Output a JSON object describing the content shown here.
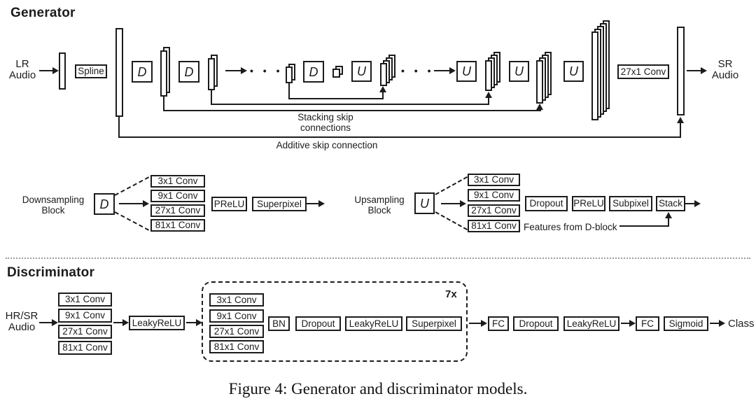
{
  "generator": {
    "title": "Generator",
    "input_line1": "LR",
    "input_line2": "Audio",
    "spline": "Spline",
    "d": "D",
    "u": "U",
    "dots": "• • •",
    "final_conv": "27x1 Conv",
    "output_line1": "SR",
    "output_line2": "Audio",
    "stacking_label": "Stacking skip connections",
    "additive_label": "Additive skip connection"
  },
  "conv_kernels": [
    "3x1 Conv",
    "9x1 Conv",
    "27x1 Conv",
    "81x1 Conv"
  ],
  "d_block": {
    "name_line1": "Downsampling",
    "name_line2": "Block",
    "symbol": "D",
    "prelu": "PReLU",
    "superpixel": "Superpixel"
  },
  "u_block": {
    "name_line1": "Upsampling",
    "name_line2": "Block",
    "symbol": "U",
    "dropout": "Dropout",
    "prelu": "PReLU",
    "subpixel": "Subpixel",
    "stack": "Stack",
    "features": "Features from D-block"
  },
  "discriminator": {
    "title": "Discriminator",
    "input_line1": "HR/SR",
    "input_line2": "Audio",
    "leakyrelu1": "LeakyReLU",
    "repeat": "7x",
    "bn": "BN",
    "dropout1": "Dropout",
    "leakyrelu2": "LeakyReLU",
    "superpixel": "Superpixel",
    "fc1": "FC",
    "dropout2": "Dropout",
    "leakyrelu3": "LeakyReLU",
    "fc2": "FC",
    "sigmoid": "Sigmoid",
    "output": "Class"
  },
  "caption": "Figure 4: Generator and discriminator models."
}
